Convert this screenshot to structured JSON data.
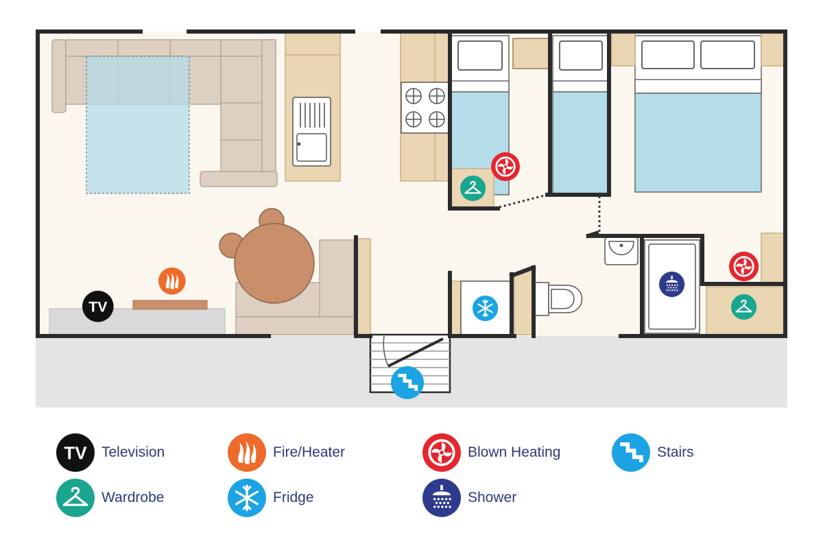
{
  "plan_icons": {
    "tv_text": "TV"
  },
  "colors": {
    "floor": "#fbf7ef",
    "outside": "#e4e4e4",
    "wall": "#2b2b2b",
    "cabinet": "#ead6b3",
    "sofa": "#ddd0c3",
    "rug": "#b2dbe9",
    "bed_blue": "#b4dde9",
    "table": "#c98f6a",
    "tv": "#111111",
    "fire": "#ee6a2a",
    "blown": "#e3262f",
    "stairs": "#1ba3e3",
    "wardrobe": "#1aa58f",
    "fridge": "#1ba3e3",
    "shower": "#2e3b8c",
    "legend_text": "#2b3a7a"
  },
  "legend": {
    "items": [
      {
        "key": "tv",
        "icon": "tv-icon",
        "label": "Television"
      },
      {
        "key": "fire",
        "icon": "fire-heater-icon",
        "label": "Fire/Heater"
      },
      {
        "key": "blown",
        "icon": "blown-heating-icon",
        "label": "Blown Heating"
      },
      {
        "key": "stairs",
        "icon": "stairs-icon",
        "label": "Stairs"
      },
      {
        "key": "wardrobe",
        "icon": "wardrobe-icon",
        "label": "Wardrobe"
      },
      {
        "key": "fridge",
        "icon": "fridge-icon",
        "label": "Fridge"
      },
      {
        "key": "shower",
        "icon": "shower-icon",
        "label": "Shower"
      }
    ]
  }
}
